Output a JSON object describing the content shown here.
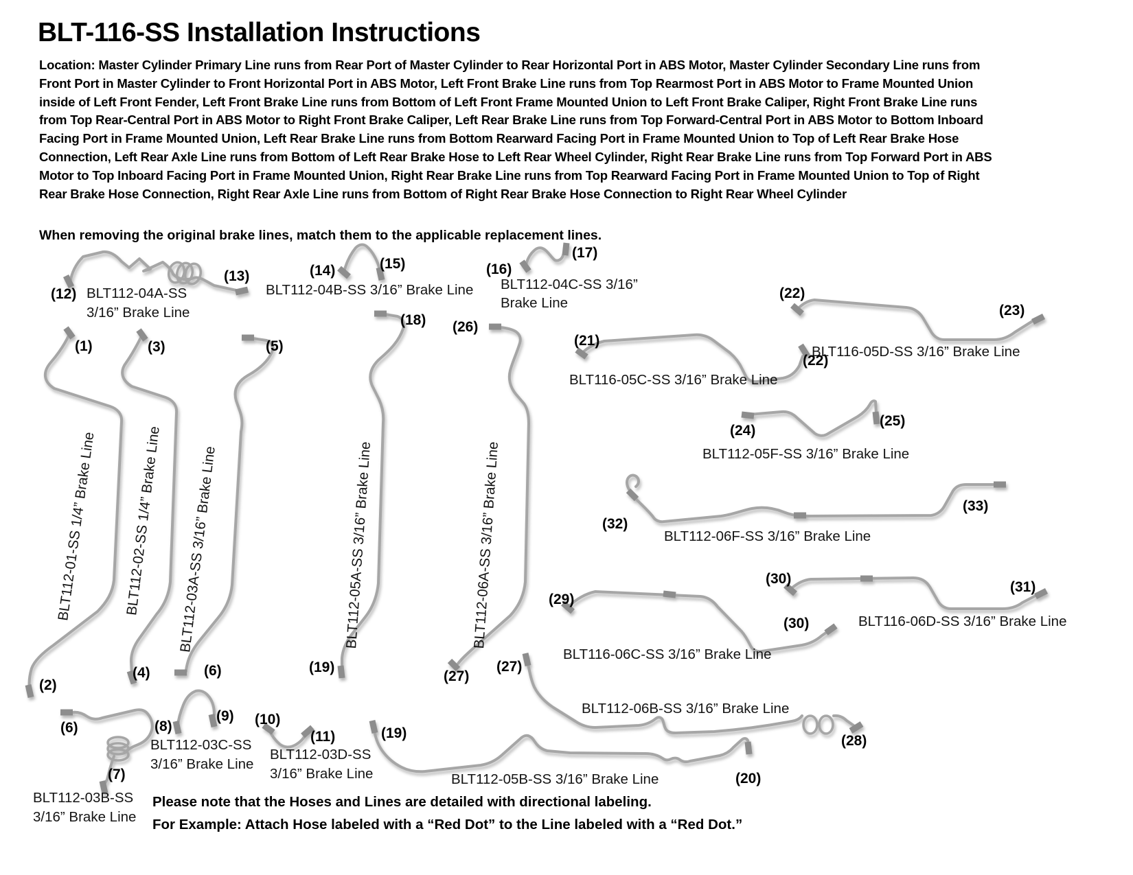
{
  "title": "BLT-116-SS Installation Instructions",
  "location_paragraph": {
    "lines": [
      "Location: Master Cylinder Primary Line runs from Rear Port of Master Cylinder to Rear Horizontal Port in ABS Motor, Master Cylinder Secondary Line runs from",
      "Front Port in Master Cylinder to Front Horizontal Port in ABS Motor, Left Front Brake Line runs from Top Rearmost Port in ABS Motor to Frame Mounted Union",
      "inside of Left Front Fender, Left Front Brake Line runs from Bottom of Left Front Frame Mounted Union to Left Front Brake Caliper, Right Front Brake Line runs",
      "from Top Rear-Central Port in ABS Motor to Right Front Brake Caliper, Left Rear Brake Line runs from Top Forward-Central Port in ABS Motor to Bottom Inboard",
      "Facing Port in Frame Mounted Union, Left Rear Brake Line runs from Bottom Rearward Facing Port in Frame Mounted Union to Top of Left Rear Brake Hose",
      "Connection, Left Rear Axle Line runs from Bottom of Left Rear Brake Hose to Left Rear Wheel Cylinder, Right Rear Brake Line runs from Top Forward Port in ABS",
      "Motor to Top Inboard Facing Port in Frame Mounted Union, Right Rear Brake Line runs from Top Rearward Facing Port in Frame Mounted Union to Top of Right",
      "Rear Brake Hose Connection, Right Rear Axle Line runs from Bottom of Right Rear Brake Hose Connection to Right Rear Wheel Cylinder"
    ]
  },
  "match_note": "When removing the original brake lines, match them to the applicable replacement lines.",
  "footer": {
    "line1": "Please note that the Hoses and Lines are detailed with directional labeling.",
    "line2": "For Example: Attach Hose labeled with a “Red Dot” to the Line labeled with a “Red Dot.”"
  },
  "diagram": {
    "line_color": "#a6a6a6",
    "fitting_color": "#8d8d8d",
    "text_color": "#000000",
    "parts": [
      {
        "id": "BLT112-04A-SS",
        "label_lines": [
          "BLT112-04A-SS",
          "3/16” Brake Line"
        ],
        "callouts": [
          "(12)",
          "(13)"
        ]
      },
      {
        "id": "BLT112-04B-SS",
        "label_lines": [
          "BLT112-04B-SS  3/16” Brake Line"
        ],
        "callouts": [
          "(14)",
          "(15)"
        ]
      },
      {
        "id": "BLT112-04C-SS",
        "label_lines": [
          "BLT112-04C-SS 3/16”",
          "Brake Line"
        ],
        "callouts": [
          "(16)",
          "(17)"
        ]
      },
      {
        "id": "BLT116-05D-SS",
        "label_lines": [
          "BLT116-05D-SS 3/16” Brake Line"
        ],
        "callouts": [
          "(22)",
          "(23)"
        ]
      },
      {
        "id": "BLT116-05C-SS",
        "label_lines": [
          "BLT116-05C-SS 3/16” Brake Line"
        ],
        "callouts": [
          "(21)",
          "(22)"
        ]
      },
      {
        "id": "BLT112-05F-SS",
        "label_lines": [
          "BLT112-05F-SS 3/16” Brake Line"
        ],
        "callouts": [
          "(24)",
          "(25)"
        ]
      },
      {
        "id": "BLT112-06F-SS",
        "label_lines": [
          "BLT112-06F-SS 3/16” Brake Line"
        ],
        "callouts": [
          "(32)",
          "(33)"
        ]
      },
      {
        "id": "BLT116-06D-SS",
        "label_lines": [
          "BLT116-06D-SS 3/16” Brake Line"
        ],
        "callouts": [
          "(30)",
          "(31)"
        ]
      },
      {
        "id": "BLT116-06C-SS",
        "label_lines": [
          "BLT116-06C-SS 3/16” Brake Line"
        ],
        "callouts": [
          "(29)",
          "(30)"
        ]
      },
      {
        "id": "BLT112-06B-SS",
        "label_lines": [
          "BLT112-06B-SS 3/16” Brake Line"
        ],
        "callouts": [
          "(27)",
          "(28)"
        ]
      },
      {
        "id": "BLT112-05B-SS",
        "label_lines": [
          "BLT112-05B-SS 3/16” Brake Line"
        ],
        "callouts": [
          "(19)",
          "(20)"
        ]
      },
      {
        "id": "BLT112-01-SS",
        "label_lines": [
          "BLT112-01-SS 1/4” Brake Line"
        ],
        "callouts": [
          "(1)",
          "(2)"
        ]
      },
      {
        "id": "BLT112-02-SS",
        "label_lines": [
          "BLT112-02-SS  1/4” Brake Line"
        ],
        "callouts": [
          "(3)",
          "(4)"
        ]
      },
      {
        "id": "BLT112-03A-SS",
        "label_lines": [
          "BLT112-03A-SS  3/16” Brake Line"
        ],
        "callouts": [
          "(5)",
          "(6)"
        ]
      },
      {
        "id": "BLT112-05A-SS",
        "label_lines": [
          "BLT112-05A-SS 3/16” Brake Line"
        ],
        "callouts": [
          "(18)",
          "(19)"
        ]
      },
      {
        "id": "BLT112-06A-SS",
        "label_lines": [
          "BLT112-06A-SS 3/16” Brake Line"
        ],
        "callouts": [
          "(26)",
          "(27)"
        ]
      },
      {
        "id": "BLT112-03B-SS",
        "label_lines": [
          "BLT112-03B-SS",
          "3/16” Brake Line"
        ],
        "callouts": [
          "(6)",
          "(7)"
        ]
      },
      {
        "id": "BLT112-03C-SS",
        "label_lines": [
          "BLT112-03C-SS",
          "3/16” Brake Line"
        ],
        "callouts": [
          "(8)",
          "(9)"
        ]
      },
      {
        "id": "BLT112-03D-SS",
        "label_lines": [
          "BLT112-03D-SS",
          "3/16” Brake Line"
        ],
        "callouts": [
          "(10)",
          "(11)"
        ]
      }
    ]
  }
}
